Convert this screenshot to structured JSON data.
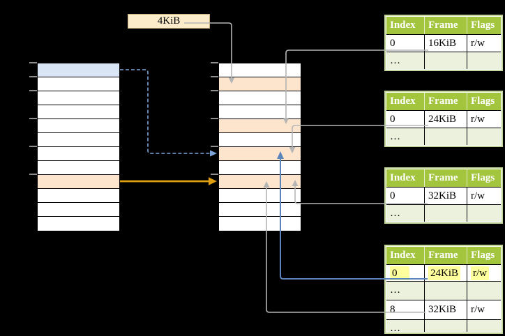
{
  "size_label": "4KiB",
  "virtual_memory": {
    "rows": 12,
    "blue_row_index": 1,
    "orange_row_index": 9
  },
  "physical_memory": {
    "rows": 12,
    "orange_row_indexes": [
      2,
      5,
      7,
      9
    ],
    "tick_offsets_y": [
      90,
      110,
      130,
      170,
      210,
      250
    ]
  },
  "page_tables": [
    {
      "headers": [
        "Index",
        "Frame",
        "Flags"
      ],
      "rows": [
        {
          "index": "0",
          "frame": "16KiB",
          "flags": "r/w"
        },
        {
          "index": "…",
          "frame": "",
          "flags": ""
        }
      ]
    },
    {
      "headers": [
        "Index",
        "Frame",
        "Flags"
      ],
      "rows": [
        {
          "index": "0",
          "frame": "24KiB",
          "flags": "r/w"
        },
        {
          "index": "…",
          "frame": "",
          "flags": ""
        }
      ]
    },
    {
      "headers": [
        "Index",
        "Frame",
        "Flags"
      ],
      "rows": [
        {
          "index": "0",
          "frame": "32KiB",
          "flags": "r/w"
        },
        {
          "index": "…",
          "frame": "",
          "flags": ""
        }
      ]
    },
    {
      "headers": [
        "Index",
        "Frame",
        "Flags"
      ],
      "rows": [
        {
          "index": "0",
          "frame": "24KiB",
          "flags": "r/w",
          "highlighted": true
        },
        {
          "index": "…",
          "frame": "",
          "flags": ""
        },
        {
          "index": "8",
          "frame": "32KiB",
          "flags": "r/w"
        },
        {
          "index": "…",
          "frame": "",
          "flags": ""
        }
      ]
    }
  ],
  "colors": {
    "bg": "#000000",
    "gray-line": "#b5b5b5",
    "blue-line": "#5b84bb",
    "blue-dash": "#7ea6d8",
    "gold-line": "#df9f10",
    "row-blue": "#d9e5f5",
    "row-orange": "#fce4cd",
    "box-fill": "#fcecca",
    "box-border": "#c9b27f",
    "green-header": "#a3c53e",
    "green-light": "#ebf1dc",
    "table-border": "#c3d69b",
    "highlight-yellow": "#ffff9e",
    "tick": "#8f8f8f"
  }
}
